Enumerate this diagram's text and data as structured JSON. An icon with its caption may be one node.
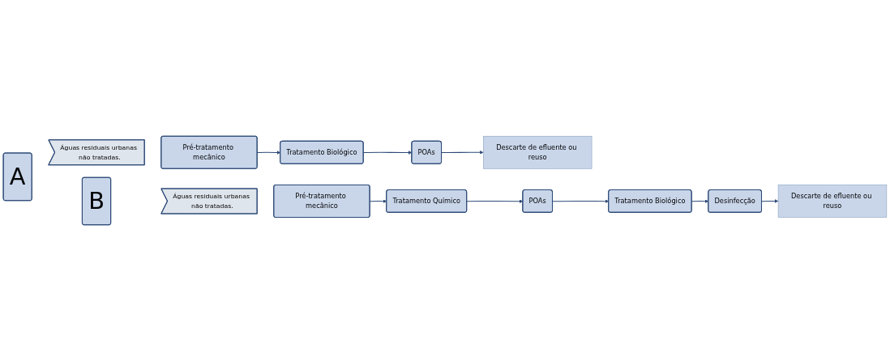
{
  "diagram": {
    "nodes": [
      {
        "text": [
          "A"
        ]
      },
      {
        "text": [
          "Águas residuais urbanas não tratadas."
        ]
      },
      {
        "text": [
          "Pré-tratamento mecânico"
        ]
      },
      {
        "text": [
          "Tratamento Biológico"
        ]
      },
      {
        "text": [
          "POAs"
        ]
      },
      {
        "text": [
          "Descarte de efluente ou reuso"
        ]
      },
      {
        "text": [
          "B"
        ]
      },
      {
        "text": [
          "Águas residuais urbanas não tratadas."
        ]
      },
      {
        "text": [
          "Pré-tratamento mecânico"
        ]
      },
      {
        "text": [
          "Tratamento Químico"
        ]
      },
      {
        "text": [
          "POAs"
        ]
      },
      {
        "text": [
          "Tratamento Biológico"
        ]
      },
      {
        "text": [
          "Desinfecção"
        ]
      },
      {
        "text": [
          "Descarte de efluente ou reuso"
        ]
      }
    ],
    "edges": [
      {
        "from": 2,
        "to": 3,
        "arrow": "to"
      },
      {
        "from": 3,
        "to": 4,
        "arrow": "to"
      },
      {
        "from": 4,
        "to": 5,
        "arrow": "to"
      },
      {
        "from": 8,
        "to": 9,
        "arrow": "to"
      },
      {
        "from": 9,
        "to": 10,
        "arrow": "to"
      },
      {
        "from": 10,
        "to": 11,
        "arrow": "to"
      },
      {
        "from": 11,
        "to": 12,
        "arrow": "to"
      },
      {
        "from": 12,
        "to": 13,
        "arrow": "to"
      }
    ]
  }
}
